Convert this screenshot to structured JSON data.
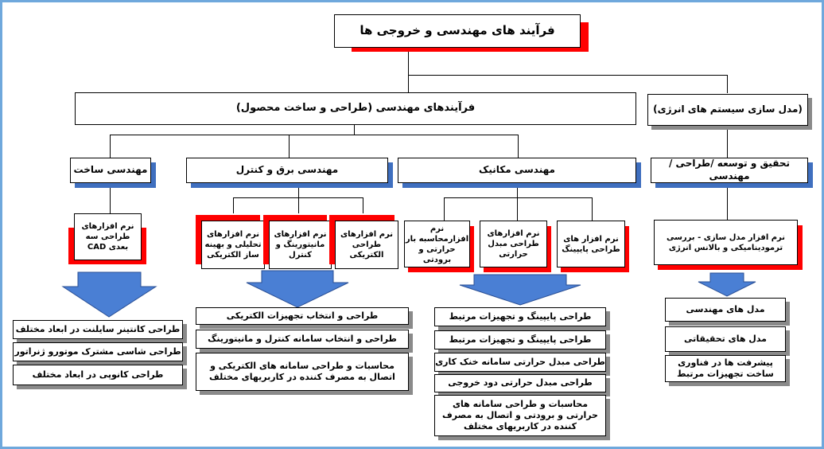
{
  "title": "فرآیند های مهندسی و خروجی ها",
  "level1": {
    "engineering": "فرآیندهای مهندسی (طراحی و ساخت محصول)",
    "energy": "(مدل سازی سیستم های انرژی)"
  },
  "level2": {
    "construction": "مهندسی ساخت",
    "electrical": "مهندسی برق و کنترل",
    "mechanical": "مهندسی مکانیک",
    "research": "تحقیق و توسعه /طراحی /مهندسی"
  },
  "software": {
    "cad": "نرم افزارهای طراحی سه بعدی CAD",
    "elec_analysis": "نرم افزارهای تحلیلی و بهینه ساز الکتریکی",
    "monitoring": "نرم افزارهای مانیتورینگ و کنترل",
    "elec_design": "نرم افزارهای طراحی الکتریکی",
    "thermal_load": "نرم افزارمحاسبه بار حرارتی و برودتی",
    "heat_exchanger": "نرم افزارهای طراحی مبدل حرارتی",
    "piping": "نرم افزار های طراحی پایپینگ",
    "modeling": "نرم افزار مدل سازی - بررسی ترمودینامیکی و بالانس انرژی"
  },
  "outputs": {
    "construction": [
      "طراحی کانتینر سایلنت در ابعاد مختلف",
      "طراحی شاسی مشترک موتورو ژنراتور",
      "طراحی کانوپی در ابعاد مختلف"
    ],
    "electrical": [
      "طراحی و انتخاب تجهیزات الکتریکی",
      "طراحی و انتخاب سامانه کنترل و مانیتورینگ",
      "محاسبات و طراحی سامانه های الکتریکی و اتصال به مصرف کننده در کاربریهای مختلف"
    ],
    "mechanical": [
      "طراحی پایپینگ و تجهیزات مرتبط",
      "طراحی پایپینگ و تجهیزات مرتبط",
      "طراحی مبدل حرارتی سامانه خنک کاری",
      "طراحی مبدل حرارتی دود خروجی",
      "محاسبات و طراحی سامانه های حرارتی و برودتی و اتصال به مصرف کننده در کاربریهای مختلف"
    ],
    "research": [
      "مدل های مهندسی",
      "مدل های تحقیقاتی",
      "پیشرفت ها در فناوری ساخت تجهیزات مرتبط"
    ]
  },
  "colors": {
    "red": "#ff0000",
    "blue": "#3f6fbf",
    "arrow": "#4a7fd4",
    "frame": "#6fa8dc"
  }
}
